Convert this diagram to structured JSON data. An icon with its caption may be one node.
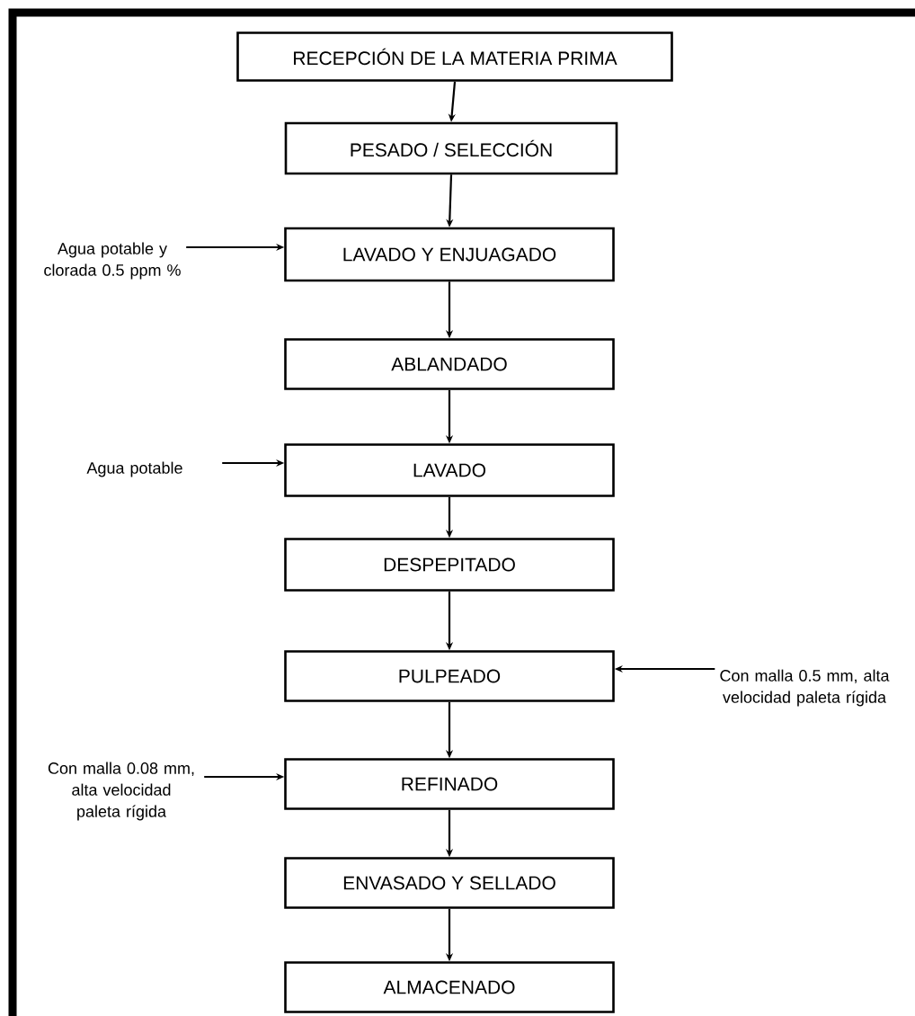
{
  "diagram": {
    "nodes": [
      {
        "text": [
          "RECEPCIÓN DE LA MATERIA PRIMA"
        ]
      },
      {
        "text": [
          "PESADO / SELECCIÓN"
        ]
      },
      {
        "text": [
          "Agua potable y clorada 0.5 ppm %"
        ]
      },
      {
        "text": [
          "LAVADO Y ENJUAGADO"
        ]
      },
      {
        "text": [
          "ABLANDADO"
        ]
      },
      {
        "text": [
          "Agua potable"
        ]
      },
      {
        "text": [
          "LAVADO"
        ]
      },
      {
        "text": [
          "DESPEPITADO"
        ]
      },
      {
        "text": [
          "PULPEADO"
        ]
      },
      {
        "text": [
          "Con malla 0.5 mm, alta velocidad paleta rígida"
        ]
      },
      {
        "text": [
          "Con malla 0.08 mm, alta velocidad paleta rígida"
        ]
      },
      {
        "text": [
          "REFINADO"
        ]
      },
      {
        "text": [
          "ENVASADO Y SELLADO"
        ]
      },
      {
        "text": [
          "ALMACENADO"
        ]
      }
    ],
    "edges": [
      {
        "from": 0,
        "to": 1,
        "arrow": "to"
      },
      {
        "from": 1,
        "to": 3,
        "arrow": "to"
      },
      {
        "from": 2,
        "to": 3,
        "arrow": "to"
      },
      {
        "from": 3,
        "to": 4,
        "arrow": "to"
      },
      {
        "from": 4,
        "to": 6,
        "arrow": "to"
      },
      {
        "from": 5,
        "to": 6,
        "arrow": "to"
      },
      {
        "from": 6,
        "to": 7,
        "arrow": "to"
      },
      {
        "from": 7,
        "to": 8,
        "arrow": "to"
      },
      {
        "from": 9,
        "to": 8,
        "arrow": "to"
      },
      {
        "from": 8,
        "to": 11,
        "arrow": "to"
      },
      {
        "from": 10,
        "to": 11,
        "arrow": "to"
      },
      {
        "from": 11,
        "to": 12,
        "arrow": "to"
      },
      {
        "from": 12,
        "to": 13,
        "arrow": "to"
      }
    ]
  }
}
